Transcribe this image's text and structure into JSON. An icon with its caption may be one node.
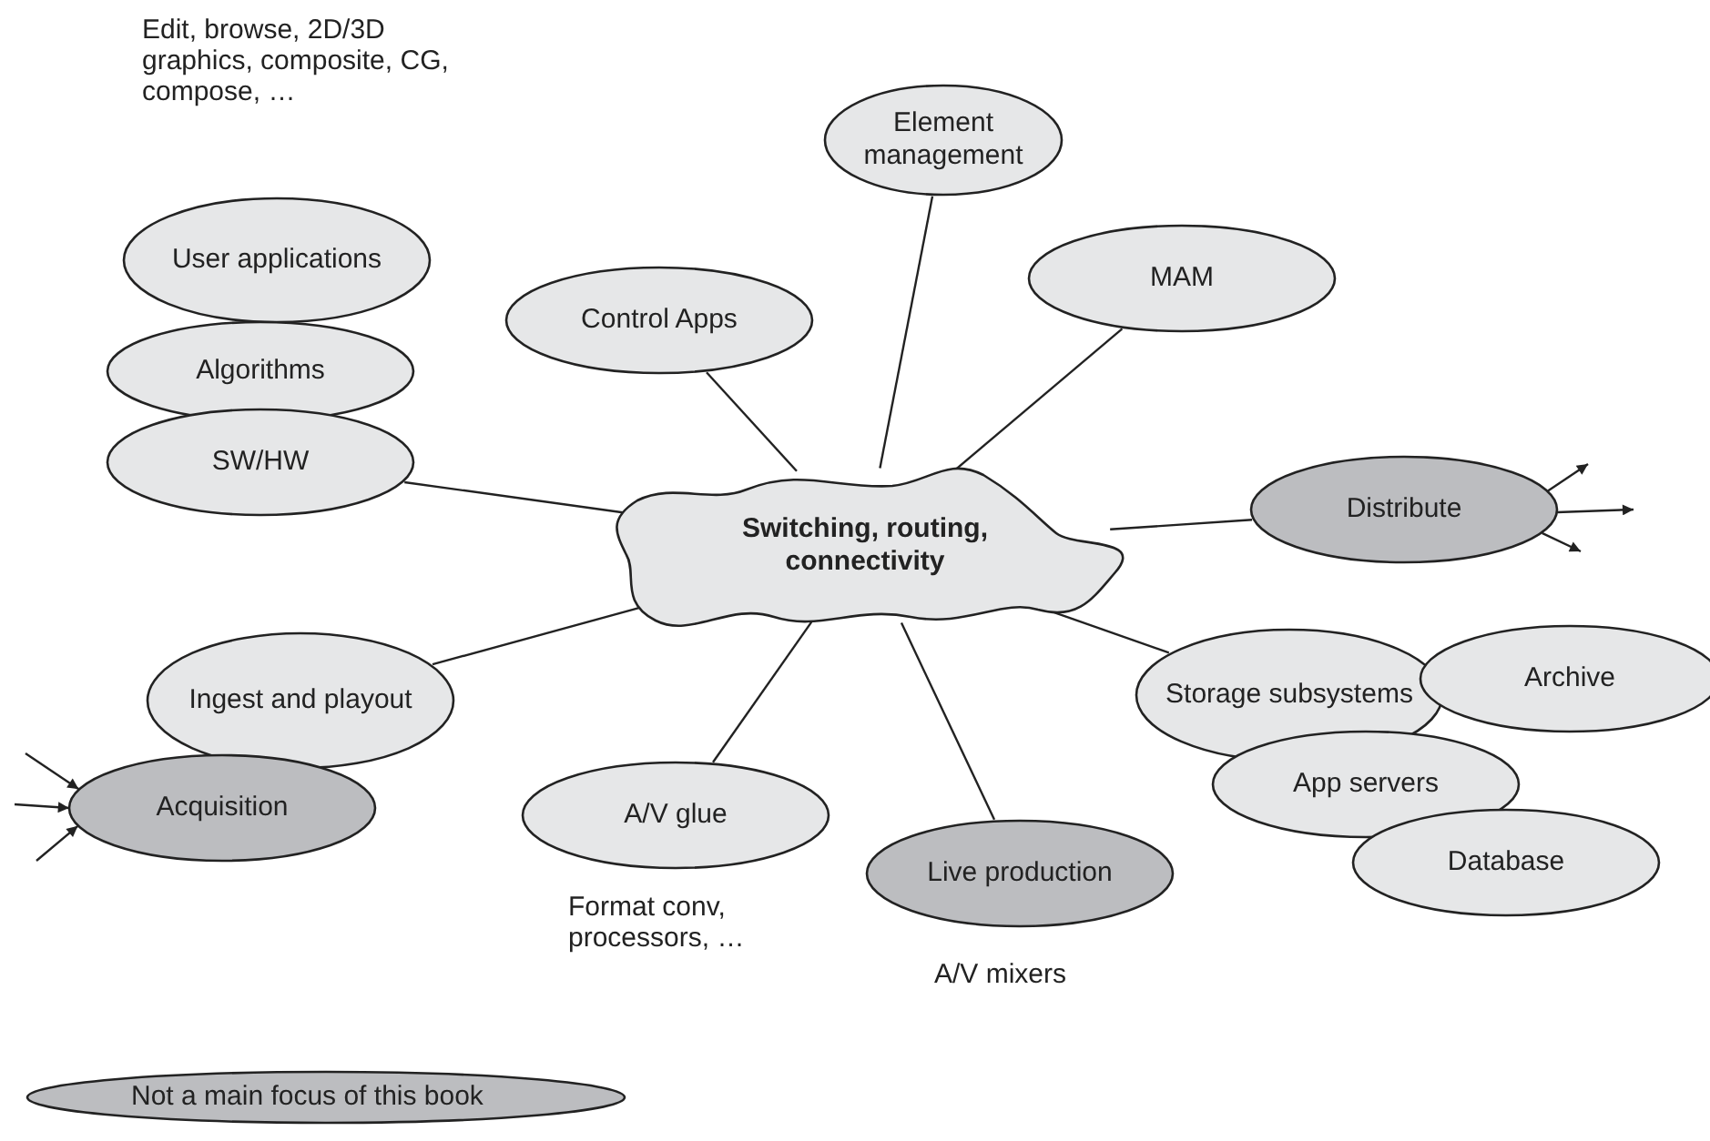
{
  "diagram": {
    "nodes": [
      {
        "text": [
          "Element management"
        ]
      },
      {
        "text": [
          "User applications"
        ],
        "beside": [
          "Edit, browse, 2D/3D graphics, composite, CG, compose, …"
        ]
      },
      {
        "text": [
          "MAM"
        ]
      },
      {
        "text": [
          "Control Apps"
        ]
      },
      {
        "text": [
          "Algorithms"
        ]
      },
      {
        "text": [
          "SW/HW"
        ]
      },
      {
        "text": [
          "Switching, routing, connectivity"
        ]
      },
      {
        "text": [
          "Distribute"
        ]
      },
      {
        "text": [
          "Ingest and playout"
        ]
      },
      {
        "text": [
          "Storage subsystems"
        ]
      },
      {
        "text": [
          "Archive"
        ]
      },
      {
        "text": [
          "Acquisition"
        ]
      },
      {
        "text": [
          "App servers"
        ]
      },
      {
        "text": [
          "A/V glue"
        ],
        "beside": [
          "Format conv, processors, …"
        ]
      },
      {
        "text": [
          "Live production"
        ],
        "beside": [
          "A/V mixers"
        ]
      },
      {
        "text": [
          "Database"
        ]
      }
    ],
    "edges": [
      {
        "from": 0,
        "to": 6,
        "arrow": "none"
      },
      {
        "from": 3,
        "to": 6,
        "arrow": "none"
      },
      {
        "from": 2,
        "to": 6,
        "arrow": "none"
      },
      {
        "from": 5,
        "to": 6,
        "arrow": "none"
      },
      {
        "from": 6,
        "to": 7,
        "arrow": "none"
      },
      {
        "from": 8,
        "to": 6,
        "arrow": "none"
      },
      {
        "from": 13,
        "to": 6,
        "arrow": "none"
      },
      {
        "from": 14,
        "to": 6,
        "arrow": "none"
      },
      {
        "from": 9,
        "to": 6,
        "arrow": "none"
      },
      {
        "from": 7,
        "to": null,
        "arrow": "to"
      },
      {
        "from": 7,
        "to": null,
        "arrow": "to"
      },
      {
        "from": 7,
        "to": null,
        "arrow": "to"
      },
      {
        "from": null,
        "to": 11,
        "arrow": "to"
      },
      {
        "from": null,
        "to": 11,
        "arrow": "to"
      },
      {
        "from": null,
        "to": 11,
        "arrow": "to"
      }
    ],
    "legend": [
      {
        "text": "Not a main focus of this book",
        "color": "#bcbdc0"
      }
    ]
  }
}
